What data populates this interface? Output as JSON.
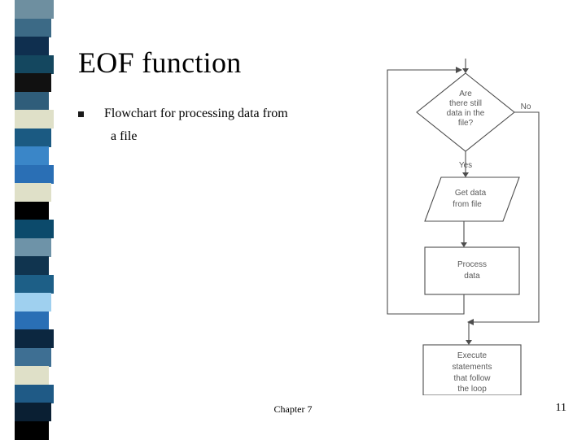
{
  "slide": {
    "title": "EOF function",
    "bullet": {
      "marker": "square-bullet",
      "line1": "Flowchart for processing data from",
      "line2": "a file"
    },
    "footer": {
      "chapter": "Chapter 7",
      "page_number": "11"
    }
  },
  "flowchart": {
    "alt": "flowchart-image",
    "nodes": [
      {
        "id": "decision",
        "shape": "diamond",
        "text": "Are\nthere still\ndata in the\nfile?"
      },
      {
        "id": "get-data",
        "shape": "parallelogram",
        "text": "Get data\nfrom file"
      },
      {
        "id": "process-data",
        "shape": "rectangle",
        "text": "Process\ndata"
      },
      {
        "id": "execute-statements",
        "shape": "rectangle",
        "text": "Execute\nstatements\nthat follow\nthe loop"
      }
    ],
    "labels": {
      "no": "No",
      "yes": "Yes"
    }
  },
  "colors": {
    "strip": [
      "#6e8fa0",
      "#3c6a86",
      "#0f2f4f",
      "#14475f",
      "#111111",
      "#2f5d7a",
      "#dfe0c8",
      "#1b5a82",
      "#3a86c8",
      "#2a6fb5",
      "#dfe0c8",
      "#000000",
      "#0c4a6b",
      "#6e93a8",
      "#10344f",
      "#1d5f87",
      "#9fd0ef",
      "#2a6fb5",
      "#0c2740",
      "#3e6f93",
      "#dfe0c8",
      "#1f5a86",
      "#0a1f33",
      "#000000"
    ],
    "text": "#000000",
    "background": "#ffffff"
  }
}
